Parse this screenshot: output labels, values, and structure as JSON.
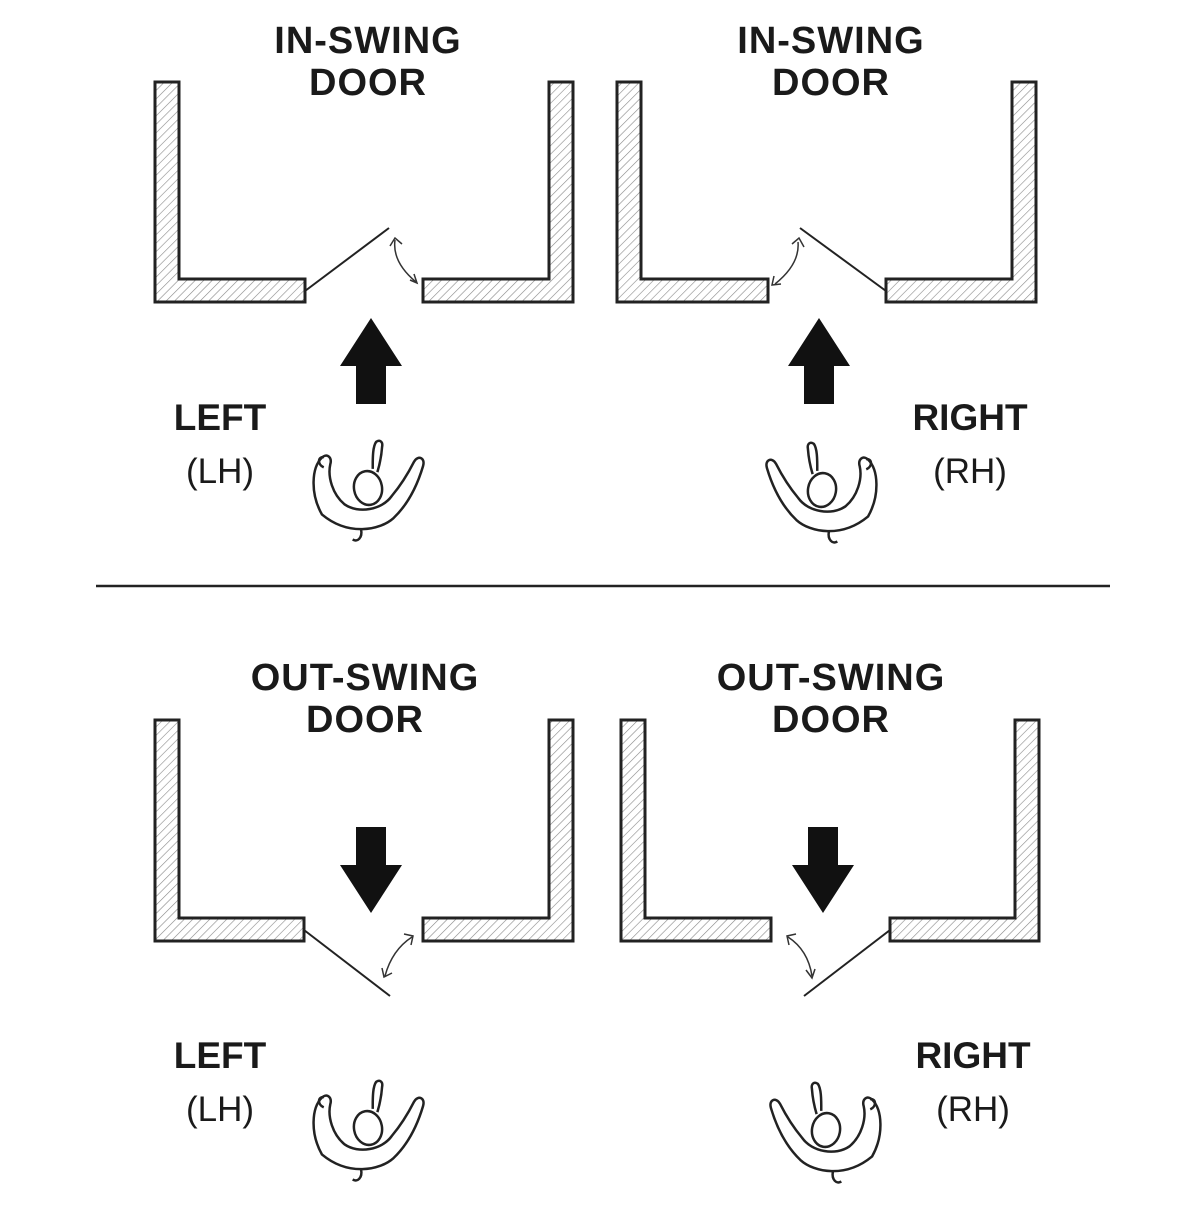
{
  "panels": [
    {
      "title_line1": "IN-SWING",
      "title_line2": "DOOR",
      "hand": "LEFT",
      "code": "(LH)"
    },
    {
      "title_line1": "IN-SWING",
      "title_line2": "DOOR",
      "hand": "RIGHT",
      "code": "(RH)"
    },
    {
      "title_line1": "OUT-SWING",
      "title_line2": "DOOR",
      "hand": "LEFT",
      "code": "(LH)"
    },
    {
      "title_line1": "OUT-SWING",
      "title_line2": "DOOR",
      "hand": "RIGHT",
      "code": "(RH)"
    }
  ]
}
